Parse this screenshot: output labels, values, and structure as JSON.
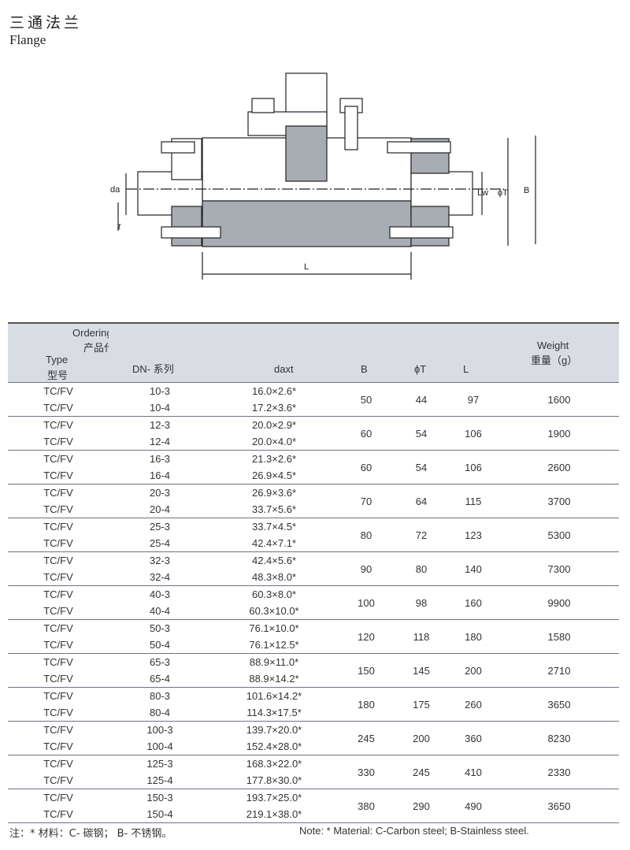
{
  "title_cn": "三通法兰",
  "title_en": "Flange",
  "drawing": {
    "labels": {
      "da": "da",
      "t": "t",
      "lw": "Lw",
      "phiT": "ϕT",
      "b": "B",
      "l": "L"
    }
  },
  "table": {
    "header": {
      "ordering_code_en": "Ordering Code",
      "ordering_code_cn": "产品代号",
      "type_en": "Type",
      "type_cn": "型号",
      "dn": "DN- 系列",
      "daxt": "daxt",
      "b": "B",
      "phiT": "ϕT",
      "l": "L",
      "weight_en": "Weight",
      "weight_cn": "重量（g）"
    },
    "groups": [
      {
        "rows": [
          {
            "type": "TC/FV",
            "dn": "10-3",
            "daxt": "16.0×2.6*"
          },
          {
            "type": "TC/FV",
            "dn": "10-4",
            "daxt": "17.2×3.6*"
          }
        ],
        "b": "50",
        "t": "44",
        "l": "97",
        "w": "1600"
      },
      {
        "rows": [
          {
            "type": "TC/FV",
            "dn": "12-3",
            "daxt": "20.0×2.9*"
          },
          {
            "type": "TC/FV",
            "dn": "12-4",
            "daxt": "20.0×4.0*"
          }
        ],
        "b": "60",
        "t": "54",
        "l": "106",
        "w": "1900"
      },
      {
        "rows": [
          {
            "type": "TC/FV",
            "dn": "16-3",
            "daxt": "21.3×2.6*"
          },
          {
            "type": "TC/FV",
            "dn": "16-4",
            "daxt": "26.9×4.5*"
          }
        ],
        "b": "60",
        "t": "54",
        "l": "106",
        "w": "2600"
      },
      {
        "rows": [
          {
            "type": "TC/FV",
            "dn": "20-3",
            "daxt": "26.9×3.6*"
          },
          {
            "type": "TC/FV",
            "dn": "20-4",
            "daxt": "33.7×5.6*"
          }
        ],
        "b": "70",
        "t": "64",
        "l": "115",
        "w": "3700"
      },
      {
        "rows": [
          {
            "type": "TC/FV",
            "dn": "25-3",
            "daxt": "33.7×4.5*"
          },
          {
            "type": "TC/FV",
            "dn": "25-4",
            "daxt": "42.4×7.1*"
          }
        ],
        "b": "80",
        "t": "72",
        "l": "123",
        "w": "5300"
      },
      {
        "rows": [
          {
            "type": "TC/FV",
            "dn": "32-3",
            "daxt": "42.4×5.6*"
          },
          {
            "type": "TC/FV",
            "dn": "32-4",
            "daxt": "48.3×8.0*"
          }
        ],
        "b": "90",
        "t": "80",
        "l": "140",
        "w": "7300"
      },
      {
        "rows": [
          {
            "type": "TC/FV",
            "dn": "40-3",
            "daxt": "60.3×8.0*"
          },
          {
            "type": "TC/FV",
            "dn": "40-4",
            "daxt": "60.3×10.0*"
          }
        ],
        "b": "100",
        "t": "98",
        "l": "160",
        "w": "9900"
      },
      {
        "rows": [
          {
            "type": "TC/FV",
            "dn": "50-3",
            "daxt": "76.1×10.0*"
          },
          {
            "type": "TC/FV",
            "dn": "50-4",
            "daxt": "76.1×12.5*"
          }
        ],
        "b": "120",
        "t": "118",
        "l": "180",
        "w": "1580"
      },
      {
        "rows": [
          {
            "type": "TC/FV",
            "dn": "65-3",
            "daxt": "88.9×11.0*"
          },
          {
            "type": "TC/FV",
            "dn": "65-4",
            "daxt": "88.9×14.2*"
          }
        ],
        "b": "150",
        "t": "145",
        "l": "200",
        "w": "2710"
      },
      {
        "rows": [
          {
            "type": "TC/FV",
            "dn": "80-3",
            "daxt": "101.6×14.2*"
          },
          {
            "type": "TC/FV",
            "dn": "80-4",
            "daxt": "114.3×17.5*"
          }
        ],
        "b": "180",
        "t": "175",
        "l": "260",
        "w": "3650"
      },
      {
        "rows": [
          {
            "type": "TC/FV",
            "dn": "100-3",
            "daxt": "139.7×20.0*"
          },
          {
            "type": "TC/FV",
            "dn": "100-4",
            "daxt": "152.4×28.0*"
          }
        ],
        "b": "245",
        "t": "200",
        "l": "360",
        "w": "8230"
      },
      {
        "rows": [
          {
            "type": "TC/FV",
            "dn": "125-3",
            "daxt": "168.3×22.0*"
          },
          {
            "type": "TC/FV",
            "dn": "125-4",
            "daxt": "177.8×30.0*"
          }
        ],
        "b": "330",
        "t": "245",
        "l": "410",
        "w": "2330"
      },
      {
        "rows": [
          {
            "type": "TC/FV",
            "dn": "150-3",
            "daxt": "193.7×25.0*"
          },
          {
            "type": "TC/FV",
            "dn": "150-4",
            "daxt": "219.1×38.0*"
          }
        ],
        "b": "380",
        "t": "290",
        "l": "490",
        "w": "3650"
      }
    ]
  },
  "notes": {
    "cn": "注：* 材料：C- 碳钢；  B- 不锈钢。",
    "en": "Note: * Material: C-Carbon steel; B-Stainless steel."
  }
}
